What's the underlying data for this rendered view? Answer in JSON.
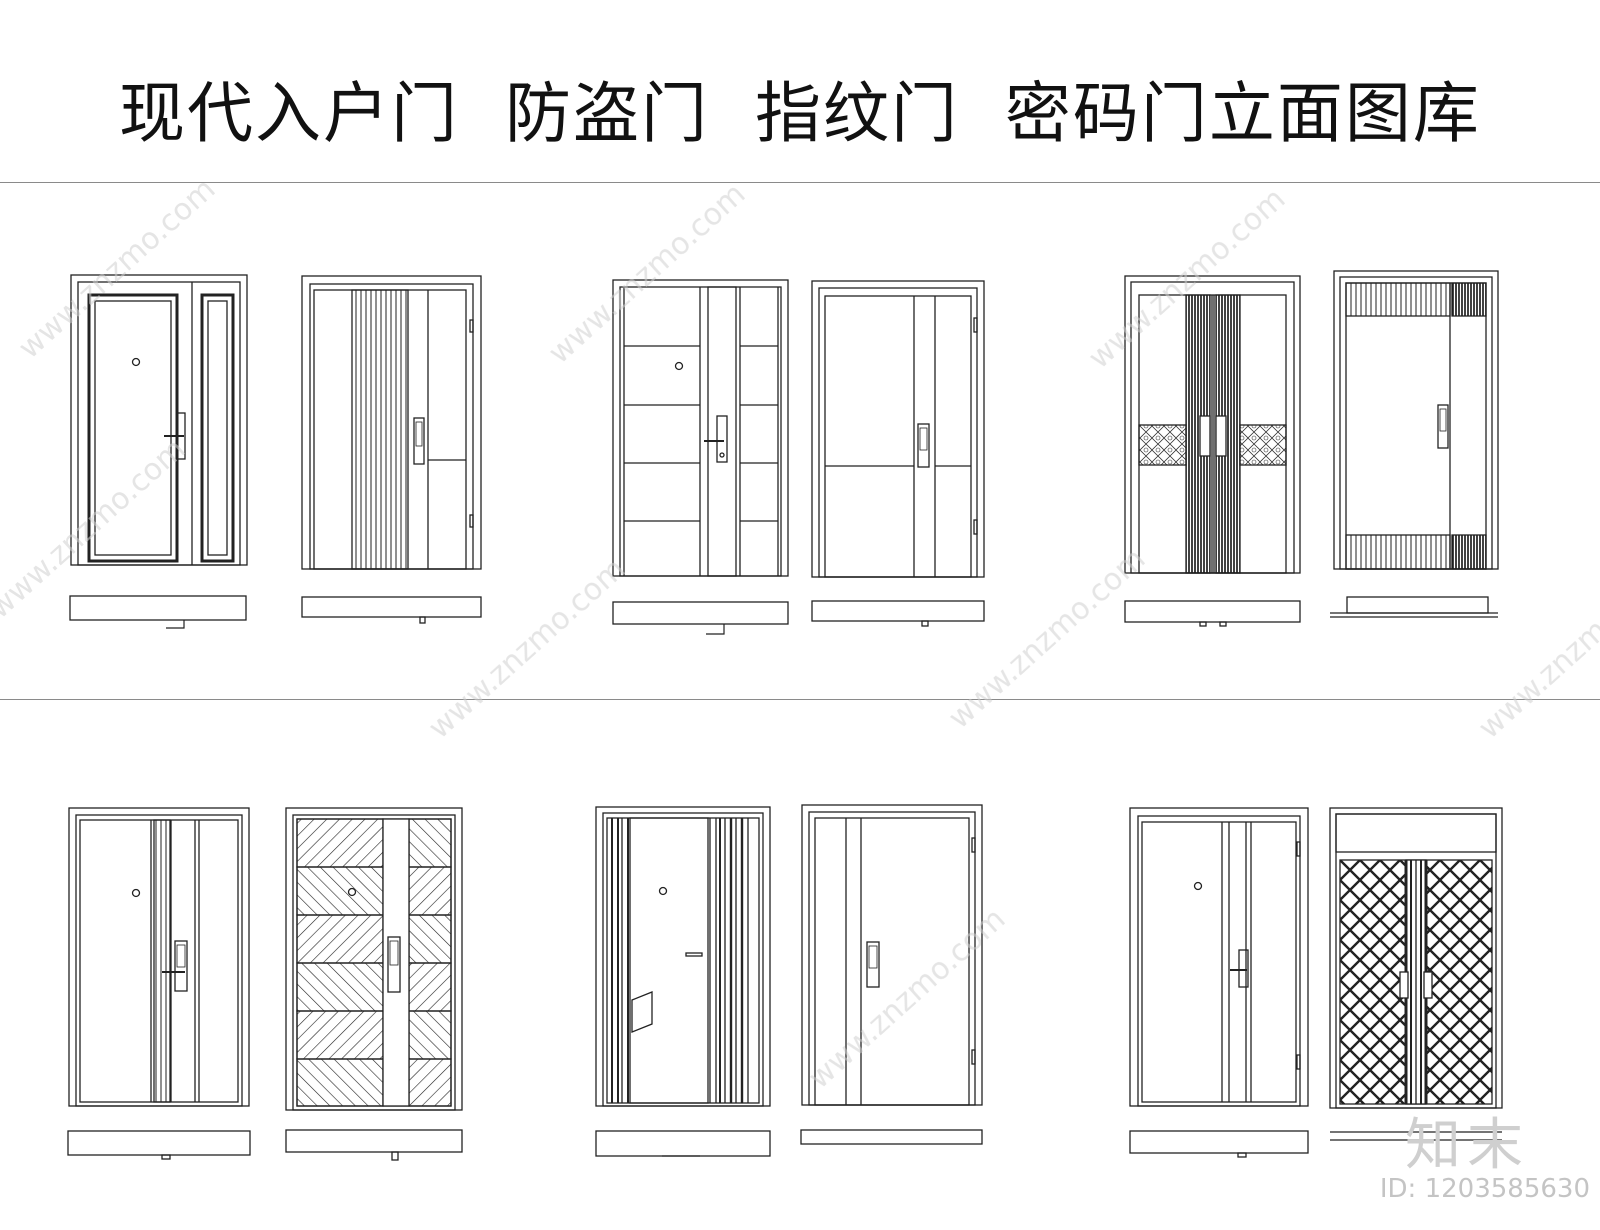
{
  "header": {
    "title": "现代入户门  防盗门  指纹门  密码门立面图库"
  },
  "doors": [
    {
      "name": "door-1",
      "style": "single-panel-with-side-panel"
    },
    {
      "name": "door-2",
      "style": "vertical-grooves-left"
    },
    {
      "name": "door-3",
      "style": "horizontal-bands-center-stile"
    },
    {
      "name": "door-4",
      "style": "plain-center-stile"
    },
    {
      "name": "door-5",
      "style": "double-leaf-lattice-band"
    },
    {
      "name": "door-6",
      "style": "top-bottom-grooved-bands"
    },
    {
      "name": "door-7",
      "style": "center-grooved-stile"
    },
    {
      "name": "door-8",
      "style": "herringbone-diagonal"
    },
    {
      "name": "door-9",
      "style": "vertical-lines-inset"
    },
    {
      "name": "door-10",
      "style": "side-panel-plain"
    },
    {
      "name": "door-11",
      "style": "center-stile-double-lines"
    },
    {
      "name": "door-12",
      "style": "diamond-lattice-transom"
    }
  ],
  "watermark": {
    "logo": "知末",
    "id_label": "ID: 1203585630",
    "site_text": "www.znzmo.com",
    "color": "#cfcfcf"
  },
  "colors": {
    "line": "#222222",
    "divider": "#8a8a8a",
    "background": "#ffffff"
  }
}
